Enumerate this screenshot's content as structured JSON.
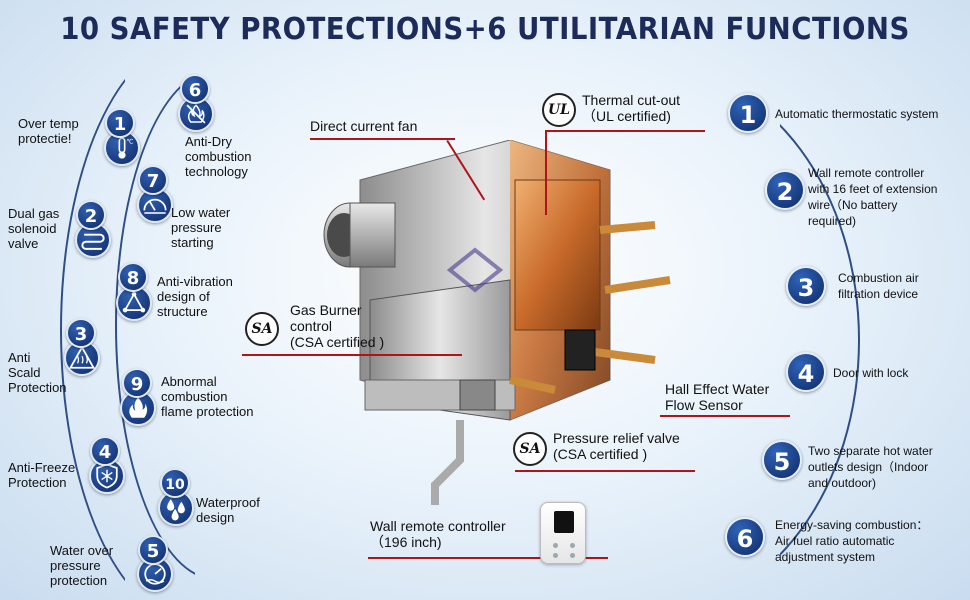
{
  "title": "10 SAFETY PROTECTIONS+6 UTILITARIAN FUNCTIONS",
  "left_features": [
    {
      "num": "1",
      "label": "Over temp\nprotectie!",
      "icon": "thermometer-icon"
    },
    {
      "num": "2",
      "label": "Dual gas\nsolenoid\nvalve",
      "icon": "pipe-coil-icon"
    },
    {
      "num": "3",
      "label": "Anti\nScald\nProtection",
      "icon": "hot-surface-icon"
    },
    {
      "num": "4",
      "label": "Anti-Freeze\nProtection",
      "icon": "snowflake-shield-icon"
    },
    {
      "num": "5",
      "label": "Water over\npressure\nprotection",
      "icon": "pressure-gauge-icon"
    },
    {
      "num": "6",
      "label": "Anti-Dry\ncombustion\ntechnology",
      "icon": "no-flame-icon"
    },
    {
      "num": "7",
      "label": "Low water\npressure\nstarting",
      "icon": "gauge-icon"
    },
    {
      "num": "8",
      "label": "Anti-vibration\ndesign of\nstructure",
      "icon": "triangle-nodes-icon"
    },
    {
      "num": "9",
      "label": "Abnormal\ncombustion\nflame protection",
      "icon": "flame-icon"
    },
    {
      "num": "10",
      "label": "Waterproof\ndesign",
      "icon": "water-drops-icon"
    }
  ],
  "right_features": [
    {
      "num": "1",
      "label": "Automatic thermostatic system"
    },
    {
      "num": "2",
      "label": "Wall remote controller\nwith 16 feet of extension\nwire（No battery\nrequired)"
    },
    {
      "num": "3",
      "label": "Combustion air\nfiltration device"
    },
    {
      "num": "4",
      "label": "Door with lock"
    },
    {
      "num": "5",
      "label": "Two separate hot water\noutlets design（Indoor\nand outdoor)"
    },
    {
      "num": "6",
      "label": "Energy-saving combustion：\nAir fuel ratio automatic\nadjustment system"
    }
  ],
  "callouts": {
    "direct_fan": "Direct current fan",
    "thermal": "Thermal cut-out\n（UL certified)",
    "gas_burner": "Gas Burner\ncontrol\n(CSA certified )",
    "hall_sensor": "Hall Effect Water\nFlow Sensor",
    "pressure_valve": "Pressure relief valve\n(CSA certified )",
    "remote": "Wall remote controller\n（196 inch)"
  },
  "cert_marks": {
    "ul": "UL",
    "csa": "SA"
  },
  "colors": {
    "title": "#1c2b5a",
    "badge": "#123a80",
    "callout_line": "#b01318"
  }
}
